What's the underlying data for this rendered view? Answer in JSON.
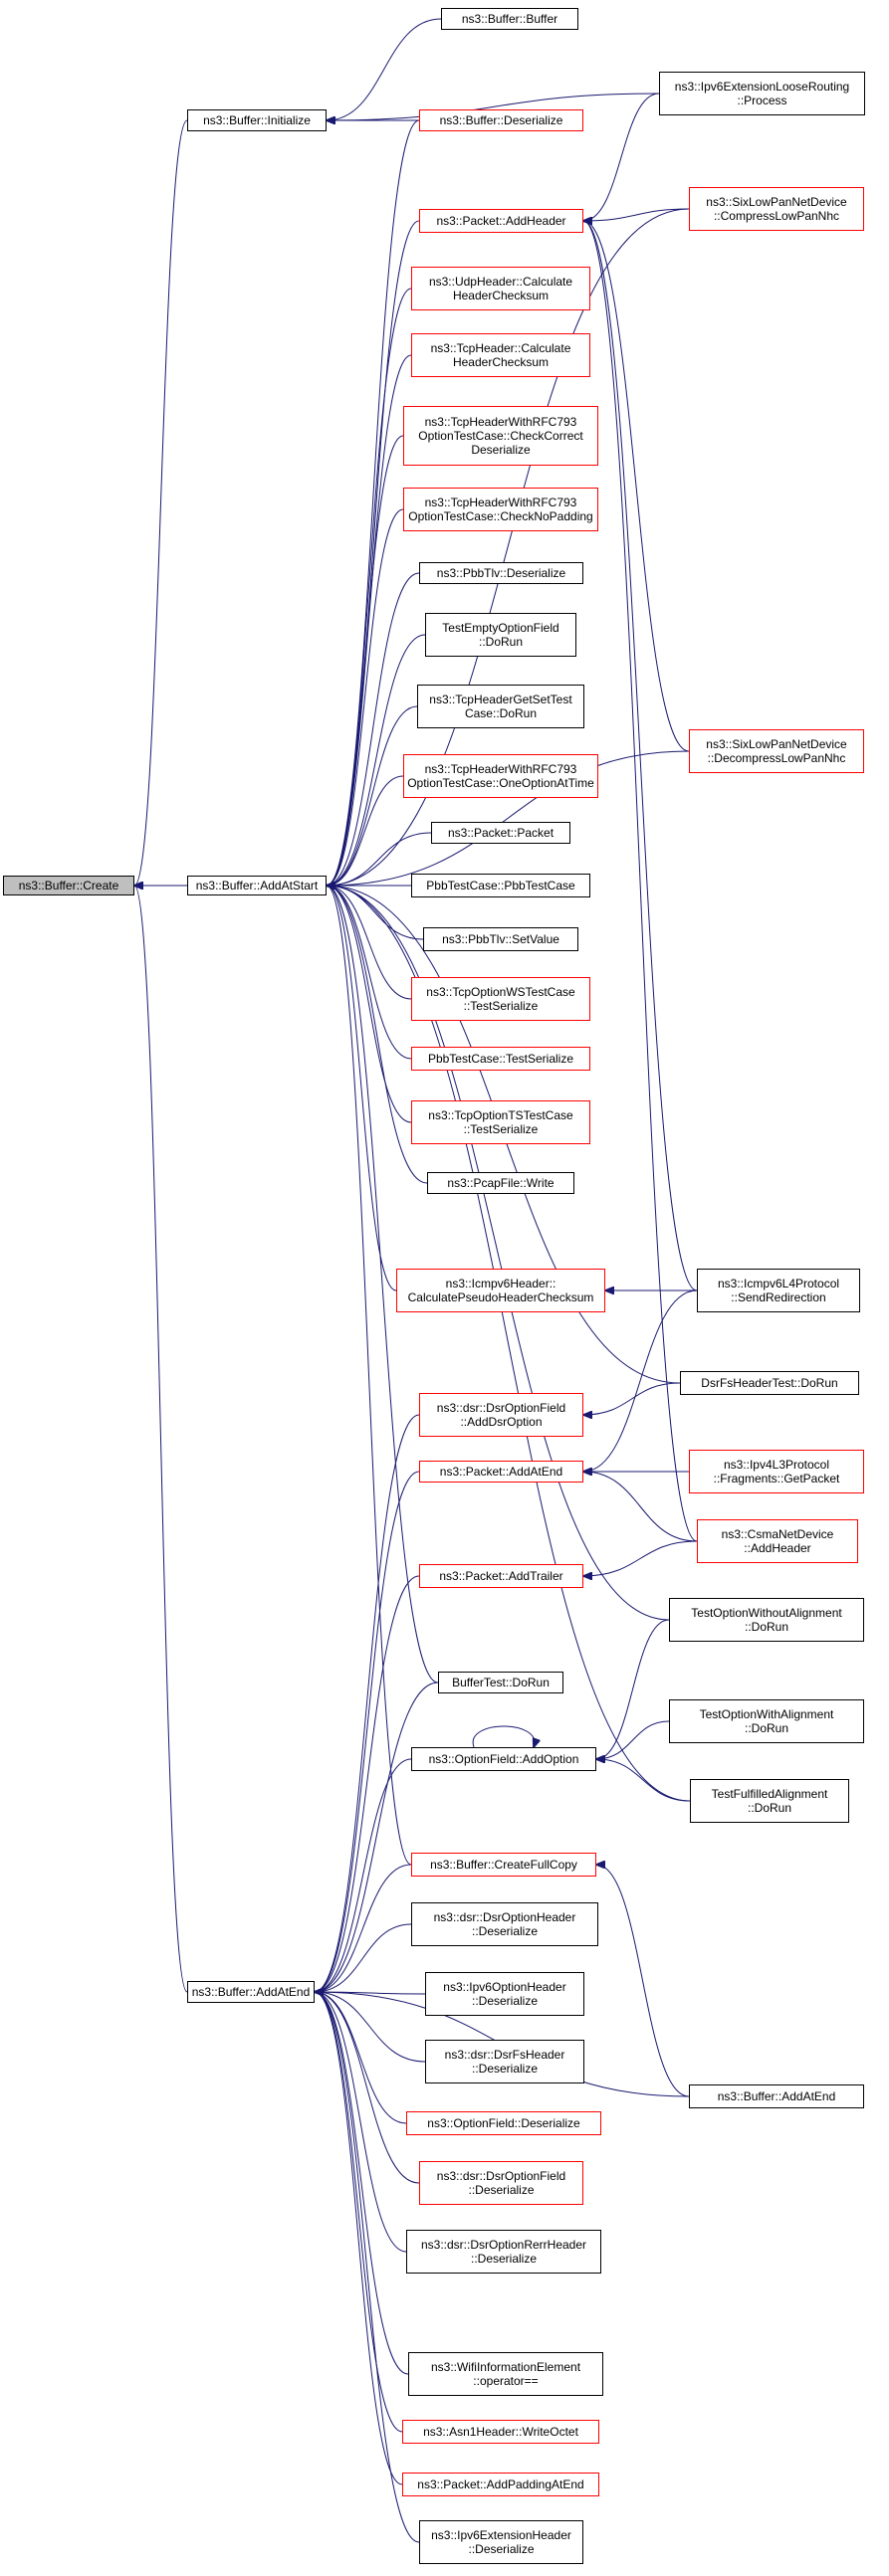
{
  "colors": {
    "edge": "#191970",
    "border_red": "#ff0000",
    "border_black": "#000000",
    "root_fill": "#bfbfbf"
  },
  "nodes": [
    {
      "id": "root",
      "lines": [
        "ns3::Buffer::Create"
      ],
      "style": "root"
    },
    {
      "id": "initialize",
      "lines": [
        "ns3::Buffer::Initialize"
      ],
      "style": "black"
    },
    {
      "id": "addatstart",
      "lines": [
        "ns3::Buffer::AddAtStart"
      ],
      "style": "black"
    },
    {
      "id": "addatend",
      "lines": [
        "ns3::Buffer::AddAtEnd"
      ],
      "style": "black"
    },
    {
      "id": "buffer_buffer",
      "lines": [
        "ns3::Buffer::Buffer"
      ],
      "style": "black"
    },
    {
      "id": "buffer_deser",
      "lines": [
        "ns3::Buffer::Deserialize"
      ],
      "style": "red"
    },
    {
      "id": "ipv6loose",
      "lines": [
        "ns3::Ipv6ExtensionLooseRouting",
        "::Process"
      ],
      "style": "black"
    },
    {
      "id": "sixlowcomp",
      "lines": [
        "ns3::SixLowPanNetDevice",
        "::CompressLowPanNhc"
      ],
      "style": "red"
    },
    {
      "id": "pkt_addheader",
      "lines": [
        "ns3::Packet::AddHeader"
      ],
      "style": "red"
    },
    {
      "id": "udpcalc",
      "lines": [
        "ns3::UdpHeader::Calculate",
        "HeaderChecksum"
      ],
      "style": "red"
    },
    {
      "id": "tcpcalc",
      "lines": [
        "ns3::TcpHeader::Calculate",
        "HeaderChecksum"
      ],
      "style": "red"
    },
    {
      "id": "tcprfc_check",
      "lines": [
        "ns3::TcpHeaderWithRFC793",
        "OptionTestCase::CheckCorrect",
        "Deserialize"
      ],
      "style": "red"
    },
    {
      "id": "tcprfc_nopad",
      "lines": [
        "ns3::TcpHeaderWithRFC793",
        "OptionTestCase::CheckNoPadding"
      ],
      "style": "red"
    },
    {
      "id": "pbbtlv_deser",
      "lines": [
        "ns3::PbbTlv::Deserialize"
      ],
      "style": "black"
    },
    {
      "id": "testemptyopt",
      "lines": [
        "TestEmptyOptionField",
        "::DoRun"
      ],
      "style": "black"
    },
    {
      "id": "tcpgetset",
      "lines": [
        "ns3::TcpHeaderGetSetTest",
        "Case::DoRun"
      ],
      "style": "black"
    },
    {
      "id": "tcprfc_one",
      "lines": [
        "ns3::TcpHeaderWithRFC793",
        "OptionTestCase::OneOptionAtTime"
      ],
      "style": "red"
    },
    {
      "id": "sixlowdecomp",
      "lines": [
        "ns3::SixLowPanNetDevice",
        "::DecompressLowPanNhc"
      ],
      "style": "red"
    },
    {
      "id": "pkt_packet",
      "lines": [
        "ns3::Packet::Packet"
      ],
      "style": "black"
    },
    {
      "id": "pbbtestcase",
      "lines": [
        "PbbTestCase::PbbTestCase"
      ],
      "style": "black"
    },
    {
      "id": "pbbtlv_setval",
      "lines": [
        "ns3::PbbTlv::SetValue"
      ],
      "style": "black"
    },
    {
      "id": "tcpoptws",
      "lines": [
        "ns3::TcpOptionWSTestCase",
        "::TestSerialize"
      ],
      "style": "red"
    },
    {
      "id": "pbbtestser",
      "lines": [
        "PbbTestCase::TestSerialize"
      ],
      "style": "red"
    },
    {
      "id": "tcpoptts",
      "lines": [
        "ns3::TcpOptionTSTestCase",
        "::TestSerialize"
      ],
      "style": "red"
    },
    {
      "id": "pcapwrite",
      "lines": [
        "ns3::PcapFile::Write"
      ],
      "style": "black"
    },
    {
      "id": "icmpv6calc",
      "lines": [
        "ns3::Icmpv6Header::",
        "CalculatePseudoHeaderChecksum"
      ],
      "style": "red"
    },
    {
      "id": "icmpv6redir",
      "lines": [
        "ns3::Icmpv6L4Protocol",
        "::SendRedirection"
      ],
      "style": "black"
    },
    {
      "id": "dsrfstest",
      "lines": [
        "DsrFsHeaderTest::DoRun"
      ],
      "style": "black"
    },
    {
      "id": "dsradd",
      "lines": [
        "ns3::dsr::DsrOptionField",
        "::AddDsrOption"
      ],
      "style": "red"
    },
    {
      "id": "pkt_addatend",
      "lines": [
        "ns3::Packet::AddAtEnd"
      ],
      "style": "red"
    },
    {
      "id": "ipv4frag",
      "lines": [
        "ns3::Ipv4L3Protocol",
        "::Fragments::GetPacket"
      ],
      "style": "red"
    },
    {
      "id": "csma",
      "lines": [
        "ns3::CsmaNetDevice",
        "::AddHeader"
      ],
      "style": "red"
    },
    {
      "id": "pkt_addtrailer",
      "lines": [
        "ns3::Packet::AddTrailer"
      ],
      "style": "red"
    },
    {
      "id": "testoptwithout",
      "lines": [
        "TestOptionWithoutAlignment",
        "::DoRun"
      ],
      "style": "black"
    },
    {
      "id": "buffertest",
      "lines": [
        "BufferTest::DoRun"
      ],
      "style": "black"
    },
    {
      "id": "testoptwith",
      "lines": [
        "TestOptionWithAlignment",
        "::DoRun"
      ],
      "style": "black"
    },
    {
      "id": "optaddopt",
      "lines": [
        "ns3::OptionField::AddOption"
      ],
      "style": "black"
    },
    {
      "id": "testfulfilled",
      "lines": [
        "TestFulfilledAlignment",
        "::DoRun"
      ],
      "style": "black"
    },
    {
      "id": "buffer_fullcopy",
      "lines": [
        "ns3::Buffer::CreateFullCopy"
      ],
      "style": "red"
    },
    {
      "id": "dsropthdr",
      "lines": [
        "ns3::dsr::DsrOptionHeader",
        "::Deserialize"
      ],
      "style": "black"
    },
    {
      "id": "ipv6opthdr",
      "lines": [
        "ns3::Ipv6OptionHeader",
        "::Deserialize"
      ],
      "style": "black"
    },
    {
      "id": "dsrfshdr",
      "lines": [
        "ns3::dsr::DsrFsHeader",
        "::Deserialize"
      ],
      "style": "black"
    },
    {
      "id": "buffer_addatend2",
      "lines": [
        "ns3::Buffer::AddAtEnd"
      ],
      "style": "black"
    },
    {
      "id": "optfield_deser",
      "lines": [
        "ns3::OptionField::Deserialize"
      ],
      "style": "red"
    },
    {
      "id": "dsroptfield_deser",
      "lines": [
        "ns3::dsr::DsrOptionField",
        "::Deserialize"
      ],
      "style": "red"
    },
    {
      "id": "dsrrerr",
      "lines": [
        "ns3::dsr::DsrOptionRerrHeader",
        "::Deserialize"
      ],
      "style": "black"
    },
    {
      "id": "wifiop",
      "lines": [
        "ns3::WifiInformationElement",
        "::operator=="
      ],
      "style": "black"
    },
    {
      "id": "asn1",
      "lines": [
        "ns3::Asn1Header::WriteOctet"
      ],
      "style": "red"
    },
    {
      "id": "pkt_padding",
      "lines": [
        "ns3::Packet::AddPaddingAtEnd"
      ],
      "style": "red"
    },
    {
      "id": "ipv6exthdr",
      "lines": [
        "ns3::Ipv6ExtensionHeader",
        "::Deserialize"
      ],
      "style": "black"
    }
  ],
  "edges": [
    [
      "initialize",
      "root"
    ],
    [
      "addatstart",
      "root"
    ],
    [
      "addatend",
      "root"
    ],
    [
      "buffer_buffer",
      "initialize"
    ],
    [
      "buffer_deser",
      "initialize"
    ],
    [
      "ipv6loose",
      "initialize"
    ],
    [
      "buffer_deser",
      "addatstart"
    ],
    [
      "sixlowcomp",
      "addatstart"
    ],
    [
      "pkt_addheader",
      "addatstart"
    ],
    [
      "udpcalc",
      "addatstart"
    ],
    [
      "tcpcalc",
      "addatstart"
    ],
    [
      "tcprfc_check",
      "addatstart"
    ],
    [
      "tcprfc_nopad",
      "addatstart"
    ],
    [
      "pbbtlv_deser",
      "addatstart"
    ],
    [
      "testemptyopt",
      "addatstart"
    ],
    [
      "tcpgetset",
      "addatstart"
    ],
    [
      "tcprfc_one",
      "addatstart"
    ],
    [
      "pkt_packet",
      "addatstart"
    ],
    [
      "pbbtestcase",
      "addatstart"
    ],
    [
      "pbbtlv_setval",
      "addatstart"
    ],
    [
      "tcpoptws",
      "addatstart"
    ],
    [
      "pbbtestser",
      "addatstart"
    ],
    [
      "tcpoptts",
      "addatstart"
    ],
    [
      "pcapwrite",
      "addatstart"
    ],
    [
      "sixlowdecomp",
      "addatstart"
    ],
    [
      "icmpv6calc",
      "addatstart"
    ],
    [
      "dsrfstest",
      "addatstart"
    ],
    [
      "testoptwithout",
      "addatstart"
    ],
    [
      "buffertest",
      "addatstart"
    ],
    [
      "testfulfilled",
      "addatstart"
    ],
    [
      "buffer_fullcopy",
      "addatstart"
    ],
    [
      "ipv6loose",
      "pkt_addheader"
    ],
    [
      "sixlowcomp",
      "pkt_addheader"
    ],
    [
      "sixlowdecomp",
      "pkt_addheader"
    ],
    [
      "icmpv6redir",
      "pkt_addheader"
    ],
    [
      "csma",
      "pkt_addheader"
    ],
    [
      "icmpv6redir",
      "icmpv6calc"
    ],
    [
      "dsrfstest",
      "dsradd"
    ],
    [
      "icmpv6redir",
      "pkt_addatend"
    ],
    [
      "ipv4frag",
      "pkt_addatend"
    ],
    [
      "csma",
      "pkt_addatend"
    ],
    [
      "csma",
      "pkt_addtrailer"
    ],
    [
      "testoptwithout",
      "optaddopt"
    ],
    [
      "testoptwith",
      "optaddopt"
    ],
    [
      "testfulfilled",
      "optaddopt"
    ],
    [
      "optaddopt",
      "optaddopt"
    ],
    [
      "buffer_addatend2",
      "buffer_fullcopy"
    ],
    [
      "dsradd",
      "addatend"
    ],
    [
      "pkt_addatend",
      "addatend"
    ],
    [
      "pkt_addtrailer",
      "addatend"
    ],
    [
      "buffertest",
      "addatend"
    ],
    [
      "optaddopt",
      "addatend"
    ],
    [
      "buffer_fullcopy",
      "addatend"
    ],
    [
      "dsropthdr",
      "addatend"
    ],
    [
      "ipv6opthdr",
      "addatend"
    ],
    [
      "dsrfshdr",
      "addatend"
    ],
    [
      "buffer_addatend2",
      "addatend"
    ],
    [
      "optfield_deser",
      "addatend"
    ],
    [
      "dsroptfield_deser",
      "addatend"
    ],
    [
      "dsrrerr",
      "addatend"
    ],
    [
      "wifiop",
      "addatend"
    ],
    [
      "asn1",
      "addatend"
    ],
    [
      "pkt_padding",
      "addatend"
    ],
    [
      "ipv6exthdr",
      "addatend"
    ]
  ]
}
